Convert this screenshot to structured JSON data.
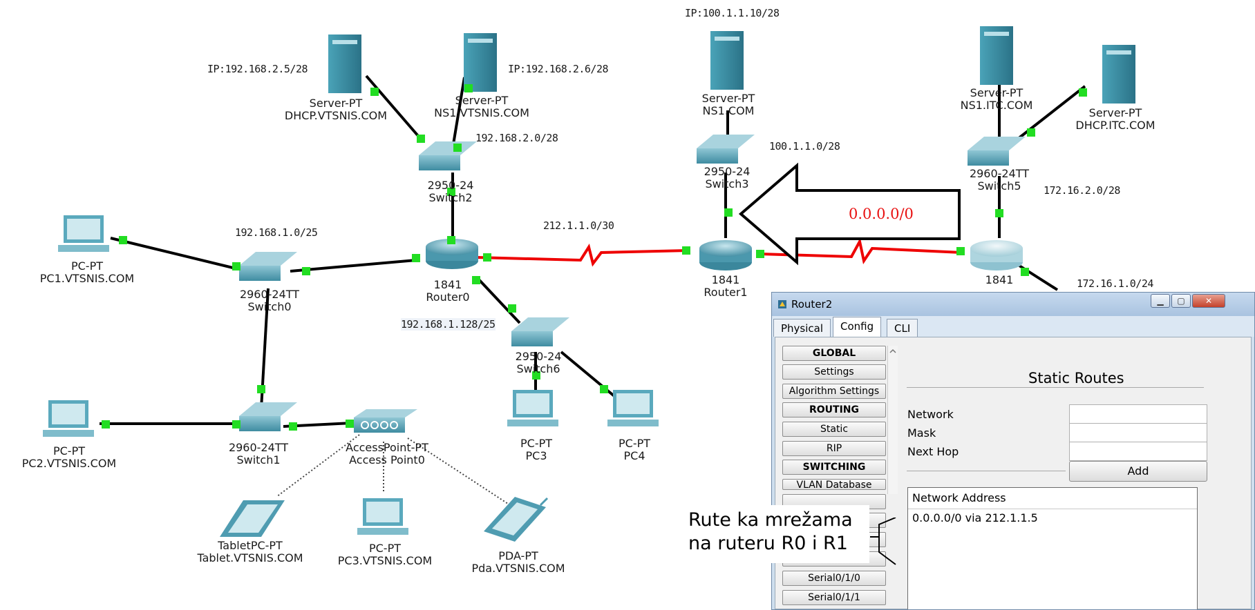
{
  "colors": {
    "device_teal": "#3d8fa6",
    "link_black": "#000000",
    "link_red": "#ee0000",
    "port_green": "#22dd22",
    "arrow_text": "#e81010",
    "window_bg": "#cfdfee"
  },
  "topology": {
    "routers": [
      {
        "model": "1841",
        "name": "Router0"
      },
      {
        "model": "1841",
        "name": "Router1"
      },
      {
        "model": "1841",
        "name": "Router2"
      }
    ],
    "switches": [
      {
        "model": "2950-24",
        "name": "Switch2"
      },
      {
        "model": "2960-24TT",
        "name": "Switch0"
      },
      {
        "model": "2950-24",
        "name": "Switch6"
      },
      {
        "model": "2960-24TT",
        "name": "Switch1"
      },
      {
        "model": "2950-24",
        "name": "Switch3"
      },
      {
        "model": "2960-24TT",
        "name": "Switch5"
      }
    ],
    "servers": [
      {
        "ip": "IP:192.168.2.5/28",
        "type": "Server-PT",
        "name": "DHCP.VTSNIS.COM"
      },
      {
        "ip": "IP:192.168.2.6/28",
        "type": "Server-PT",
        "name": "NS1.VTSNIS.COM"
      },
      {
        "ip": "IP:100.1.1.10/28",
        "type": "Server-PT",
        "name": "NS1.COM"
      },
      {
        "type": "Server-PT",
        "name": "NS1.ITC.COM"
      },
      {
        "type": "Server-PT",
        "name": "DHCP.ITC.COM"
      }
    ],
    "pcs": [
      {
        "type": "PC-PT",
        "name": "PC1.VTSNIS.COM"
      },
      {
        "type": "PC-PT",
        "name": "PC2.VTSNIS.COM"
      },
      {
        "type": "PC-PT",
        "name": "PC3"
      },
      {
        "type": "PC-PT",
        "name": "PC4"
      },
      {
        "type": "PC-PT",
        "name": "PC3.VTSNIS.COM"
      }
    ],
    "wireless": [
      {
        "type": "AccessPoint-PT",
        "name": "Access Point0"
      },
      {
        "type": "TabletPC-PT",
        "name": "Tablet.VTSNIS.COM"
      },
      {
        "type": "PDA-PT",
        "name": "Pda.VTSNIS.COM"
      }
    ],
    "networks": {
      "n1": "192.168.2.0/28",
      "n2": "192.168.1.0/25",
      "n3": "192.168.1.128/25",
      "n4": "212.1.1.0/30",
      "n5": "100.1.1.0/28",
      "n6": "172.16.2.0/28",
      "n7": "172.16.1.0/24"
    },
    "default_route_arrow": "0.0.0.0/0"
  },
  "window": {
    "title": "Router2",
    "tabs": [
      "Physical",
      "Config",
      "CLI"
    ],
    "active_tab": "Config",
    "sidebar": [
      {
        "label": "GLOBAL",
        "header": true
      },
      {
        "label": "Settings",
        "header": false
      },
      {
        "label": "Algorithm Settings",
        "header": false
      },
      {
        "label": "ROUTING",
        "header": true
      },
      {
        "label": "Static",
        "header": false
      },
      {
        "label": "RIP",
        "header": false
      },
      {
        "label": "SWITCHING",
        "header": true
      },
      {
        "label": "VLAN Database",
        "header": false
      },
      {
        "label": "Serial0/1/0",
        "header": false
      },
      {
        "label": "Serial0/1/1",
        "header": false
      }
    ],
    "section_title": "Static Routes",
    "fields": {
      "network": "Network",
      "mask": "Mask",
      "next_hop": "Next Hop"
    },
    "add_label": "Add",
    "list_header": "Network Address",
    "routes": [
      "0.0.0.0/0 via 212.1.1.5"
    ]
  },
  "callout": {
    "line1": "Rute ka mrežama",
    "line2": "na ruteru R0 i R1"
  }
}
